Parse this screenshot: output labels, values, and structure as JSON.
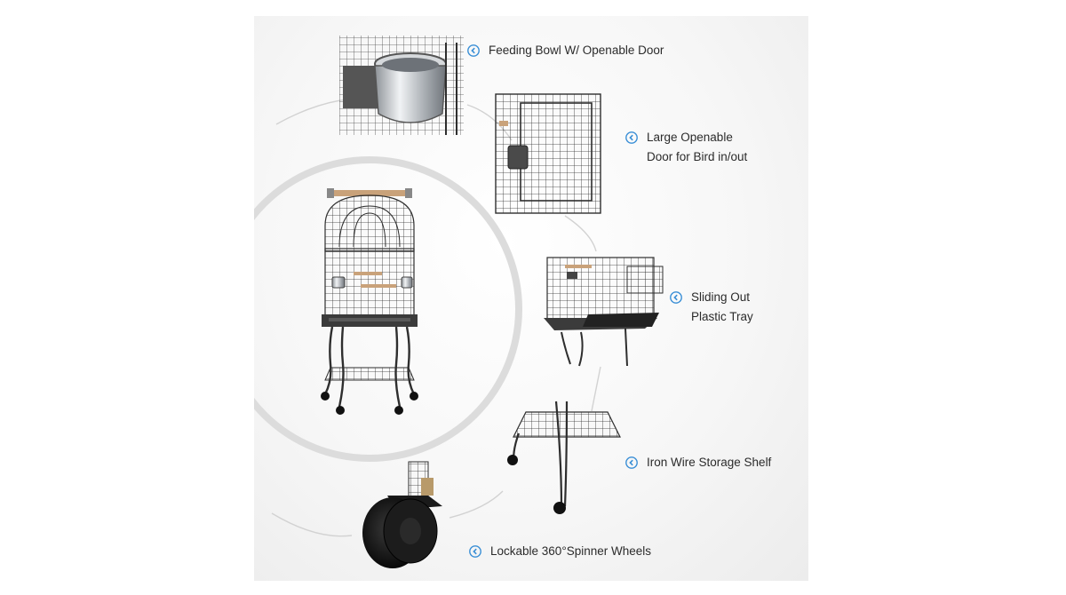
{
  "features": [
    {
      "id": "feeding-bowl",
      "lines": [
        "Feeding Bowl W/ Openable Door"
      ]
    },
    {
      "id": "large-door",
      "lines": [
        "Large Openable",
        "Door for Bird in/out"
      ]
    },
    {
      "id": "sliding-tray",
      "lines": [
        "Sliding Out",
        "Plastic Tray"
      ]
    },
    {
      "id": "storage-shelf",
      "lines": [
        "Iron Wire Storage Shelf"
      ]
    },
    {
      "id": "spinner-wheels",
      "lines": [
        "Lockable 360°Spinner Wheels"
      ]
    }
  ],
  "icons": {
    "bullet": "chevron-left-circle-icon",
    "bullet_color": "#3a8fd6"
  },
  "colors": {
    "cage_metal": "#2e2e2e",
    "perch_wood": "#c9a27a",
    "tray": "#3b3b3b",
    "bowl_steel": "#bfc3c7",
    "guide_line": "#cfcfcf"
  }
}
